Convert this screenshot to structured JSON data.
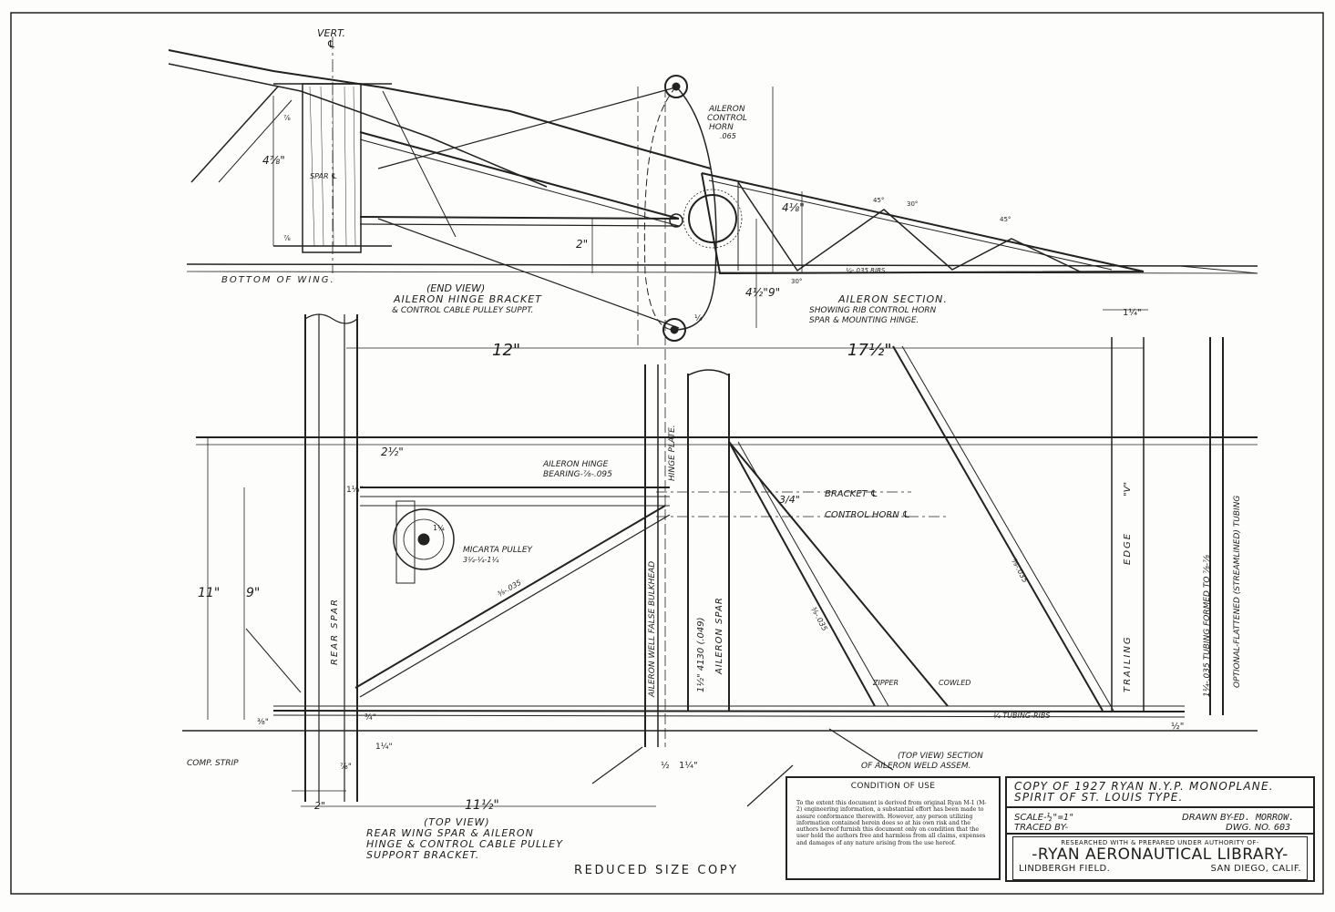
{
  "labels": {
    "vert": "VERT.",
    "cl_mark": "℄",
    "spar_cl": "SPAR ℄",
    "bottom_of_wing": "BOTTOM OF WING.",
    "end_view_1": "(END VIEW)",
    "end_view_2": "AILERON HINGE BRACKET",
    "end_view_3": "& CONTROL CABLE PULLEY SUPPT.",
    "horn_1": "AILERON",
    "horn_2": "CONTROL",
    "horn_3": "HORN",
    "horn_4": ".065",
    "section_1": "AILERON SECTION.",
    "section_2": "SHOWING RIB CONTROL HORN",
    "section_3": "SPAR & MOUNTING HINGE.",
    "ang_45a": "45°",
    "ang_30a": "30°",
    "ang_45b": "45°",
    "ang_30b": "30°",
    "rib_note": "¼-.035 RIBS",
    "hinge_bearing_1": "AILERON HINGE",
    "hinge_bearing_2": "BEARING-⅞-.095",
    "hinge_plate": "HINGE PLATE.",
    "bracket_cl": "BRACKET ℄",
    "control_horn_cl": "CONTROL HORN ℄",
    "micarta_1": "MICARTA PULLEY",
    "micarta_2": "3¼-¼-1¼",
    "tube_035": "⅜-.035",
    "rear_spar": "REAR SPAR",
    "false_bulkhead": "AILERON WELL FALSE BULKHEAD",
    "spar_tube": "1½\" 4130 (.049)",
    "aileron_spar": "AILERON SPAR",
    "tube_a": "⅜-.035",
    "tube_b": "⅜-.035",
    "trailing_edge_1": "TRAILING",
    "trailing_edge_2": "EDGE",
    "trailing_edge_3": "\"V\"",
    "tubing_1": "1¼-.035 TUBING FORMED TO ⅞-⅞",
    "tubing_2": "OPTIONAL-FLATTENED (STREAMLINED) TUBING",
    "zipper": "ZIPPER",
    "cowled": "COWLED",
    "tubing_ribs": "¼ TUBING-RIBS",
    "comp_strip": "COMP. STRIP",
    "weld_1": "(TOP VIEW) SECTION",
    "weld_2": "OF AILERON WELD ASSEM.",
    "top_view_1": "(TOP VIEW)",
    "top_view_2": "REAR WING SPAR & AILERON",
    "top_view_3": "HINGE & CONTROL CABLE PULLEY",
    "top_view_4": "SUPPORT BRACKET."
  },
  "dims": {
    "d_4_7_8": "4⅞\"",
    "d_7_8a": "⅞",
    "d_7_8b": "⅞",
    "d_2": "2\"",
    "d_4_1_8": "4⅛\"",
    "d_4_1_2": "4½\"",
    "d_9": "9\"",
    "d_1_4": "¼",
    "d_12": "12\"",
    "d_17_1_2": "17½\"",
    "d_1_1_4a": "1¼\"",
    "d_2_1_2": "2½\"",
    "d_11": "11\"",
    "d_9b": "9\"",
    "d_3_4": "3/4\"",
    "d_1_1_4b": "1¼",
    "d_1_1_2": "11½\"",
    "d_2b": "2\"",
    "d_1_2": "½\"",
    "d_1_1_4c": "1¼\"",
    "d_1_1_4d": "1¼\"",
    "d_3_8": "⅜\"",
    "d_1_2b": "½",
    "d_3_4b": "¾\"",
    "d_7_8c": "⅞\"",
    "d_1_1_4e": "1¼\""
  },
  "condition": {
    "heading": "CONDITION OF USE",
    "text": "To the extent this document is derived from original Ryan M-1 (M-2) engineering information, a substantial effort has been made to assure conformance therewith. However, any person utilizing information contained herein does so at his own risk and the authors hereof furnish this document only on condition that the user hold the authors free and harmless from all claims, expenses and damages of any nature arising from the use hereof."
  },
  "titleblock": {
    "line1": "COPY OF 1927 RYAN N.Y.P. MONOPLANE.",
    "line2": "SPIRIT OF ST. LOUIS TYPE.",
    "scale_label": "SCALE-",
    "scale_value": "½\"=1\"",
    "drawn_label": "DRAWN BY-",
    "drawn_value": "ED. MORROW.",
    "traced_label": "TRACED BY-",
    "dwg_label": "DWG. NO.",
    "dwg_value": "603",
    "researched": "RESEARCHED WITH & PREPARED UNDER AUTHORITY OF-",
    "library": "-RYAN AERONAUTICAL LIBRARY-",
    "field": "LINDBERGH FIELD.",
    "city": "SAN DIEGO, CALIF."
  },
  "footer": {
    "reduced": "REDUCED SIZE COPY"
  }
}
